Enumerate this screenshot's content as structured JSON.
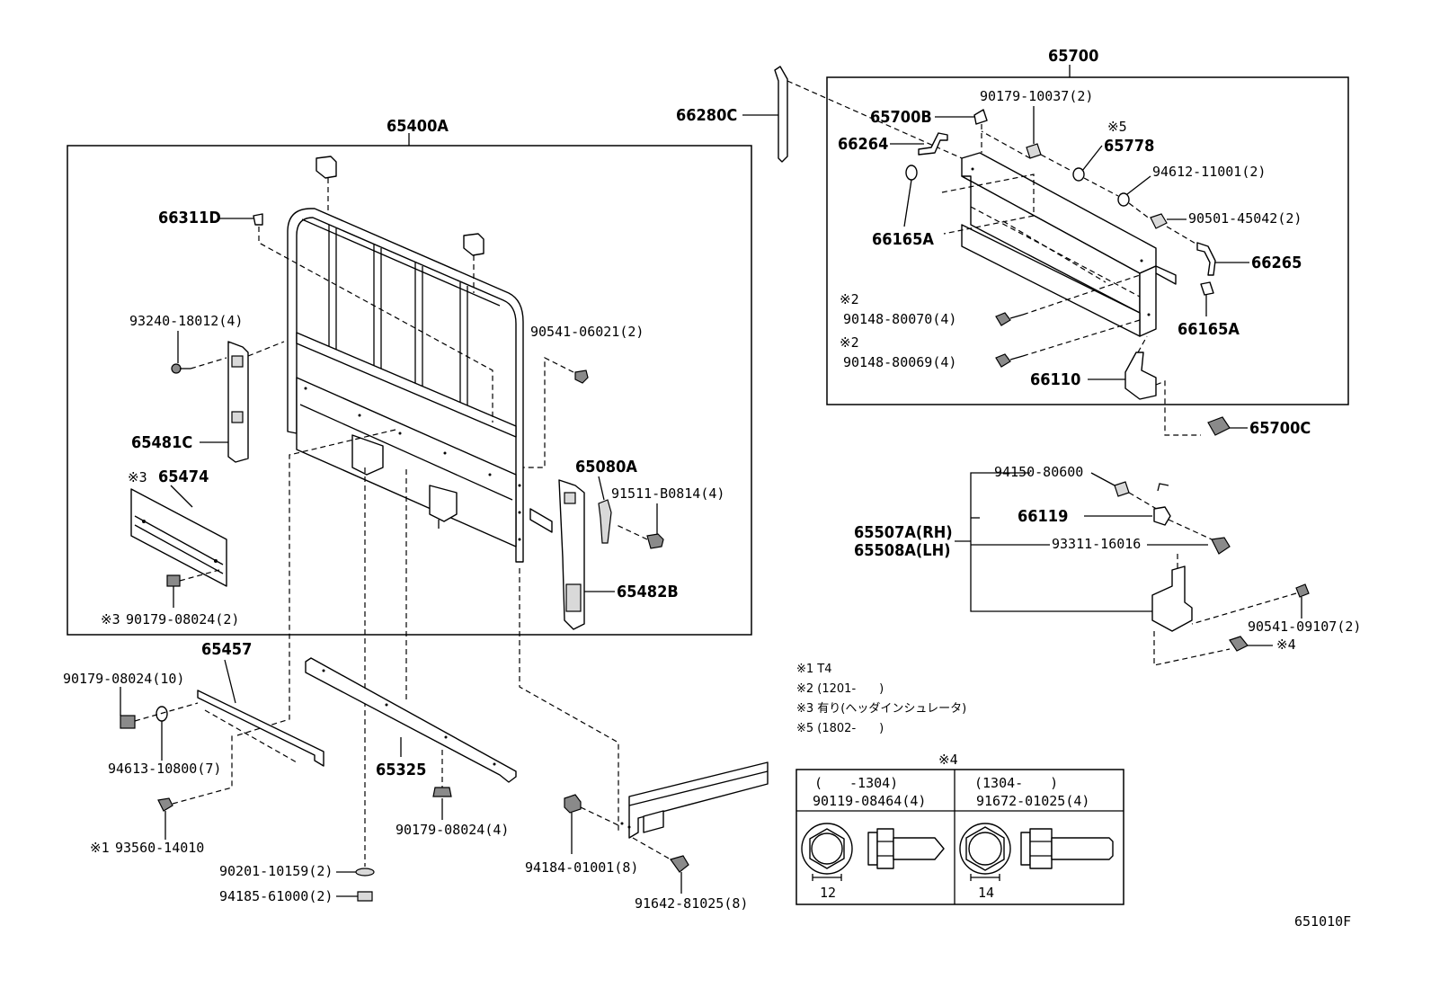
{
  "labels": {
    "p65400A": "65400A",
    "p66311D": "66311D",
    "p93240": "93240-18012(4)",
    "p90541_06021": "90541-06021(2)",
    "p65481C": "65481C",
    "p65474_mark": "※3",
    "p65474": "65474",
    "p90179_2_mark": "※3",
    "p90179_08024_2": "90179-08024(2)",
    "p65080A": "65080A",
    "p91511": "91511-B0814(4)",
    "p65482B": "65482B",
    "p65457": "65457",
    "p90179_10": "90179-08024(10)",
    "p94613": "94613-10800(7)",
    "p93560_mark": "※1",
    "p93560": "93560-14010",
    "p65325": "65325",
    "p90179_4": "90179-08024(4)",
    "p90201": "90201-10159(2)",
    "p94185": "94185-61000(2)",
    "p94184": "94184-01001(8)",
    "p91642": "91642-81025(8)",
    "p65700": "65700",
    "p66280C": "66280C",
    "p65700B": "65700B",
    "p66264": "66264",
    "p90179_10037": "90179-10037(2)",
    "p65778_mark": "※5",
    "p65778": "65778",
    "p94612": "94612-11001(2)",
    "p90501": "90501-45042(2)",
    "p66165A_left": "66165A",
    "p66265": "66265",
    "p66165A_right": "66165A",
    "p90148_70_mark": "※2",
    "p90148_80070": "90148-80070(4)",
    "p90148_69_mark": "※2",
    "p90148_80069": "90148-80069(4)",
    "p66110": "66110",
    "p65700C": "65700C",
    "p94150": "94150-80600",
    "p66119": "66119",
    "p65507A": "65507A(RH)",
    "p65508A": "65508A(LH)",
    "p93311": "93311-16016",
    "p90541_09107": "90541-09107(2)",
    "p_mark4": "※4",
    "figure_code": "651010F"
  },
  "notes": [
    "※1 T4",
    "※2 (1201-　　)",
    "※3 有り(ヘッダインシュレータ)",
    "※5 (1802-　　)"
  ],
  "bolt_table": {
    "header_mark": "※4",
    "left": {
      "range": "(　　-1304)",
      "part": "90119-08464(4)",
      "dimension": "12"
    },
    "right": {
      "range": "(1304-　　)",
      "part": "91672-01025(4)",
      "dimension": "14"
    }
  }
}
